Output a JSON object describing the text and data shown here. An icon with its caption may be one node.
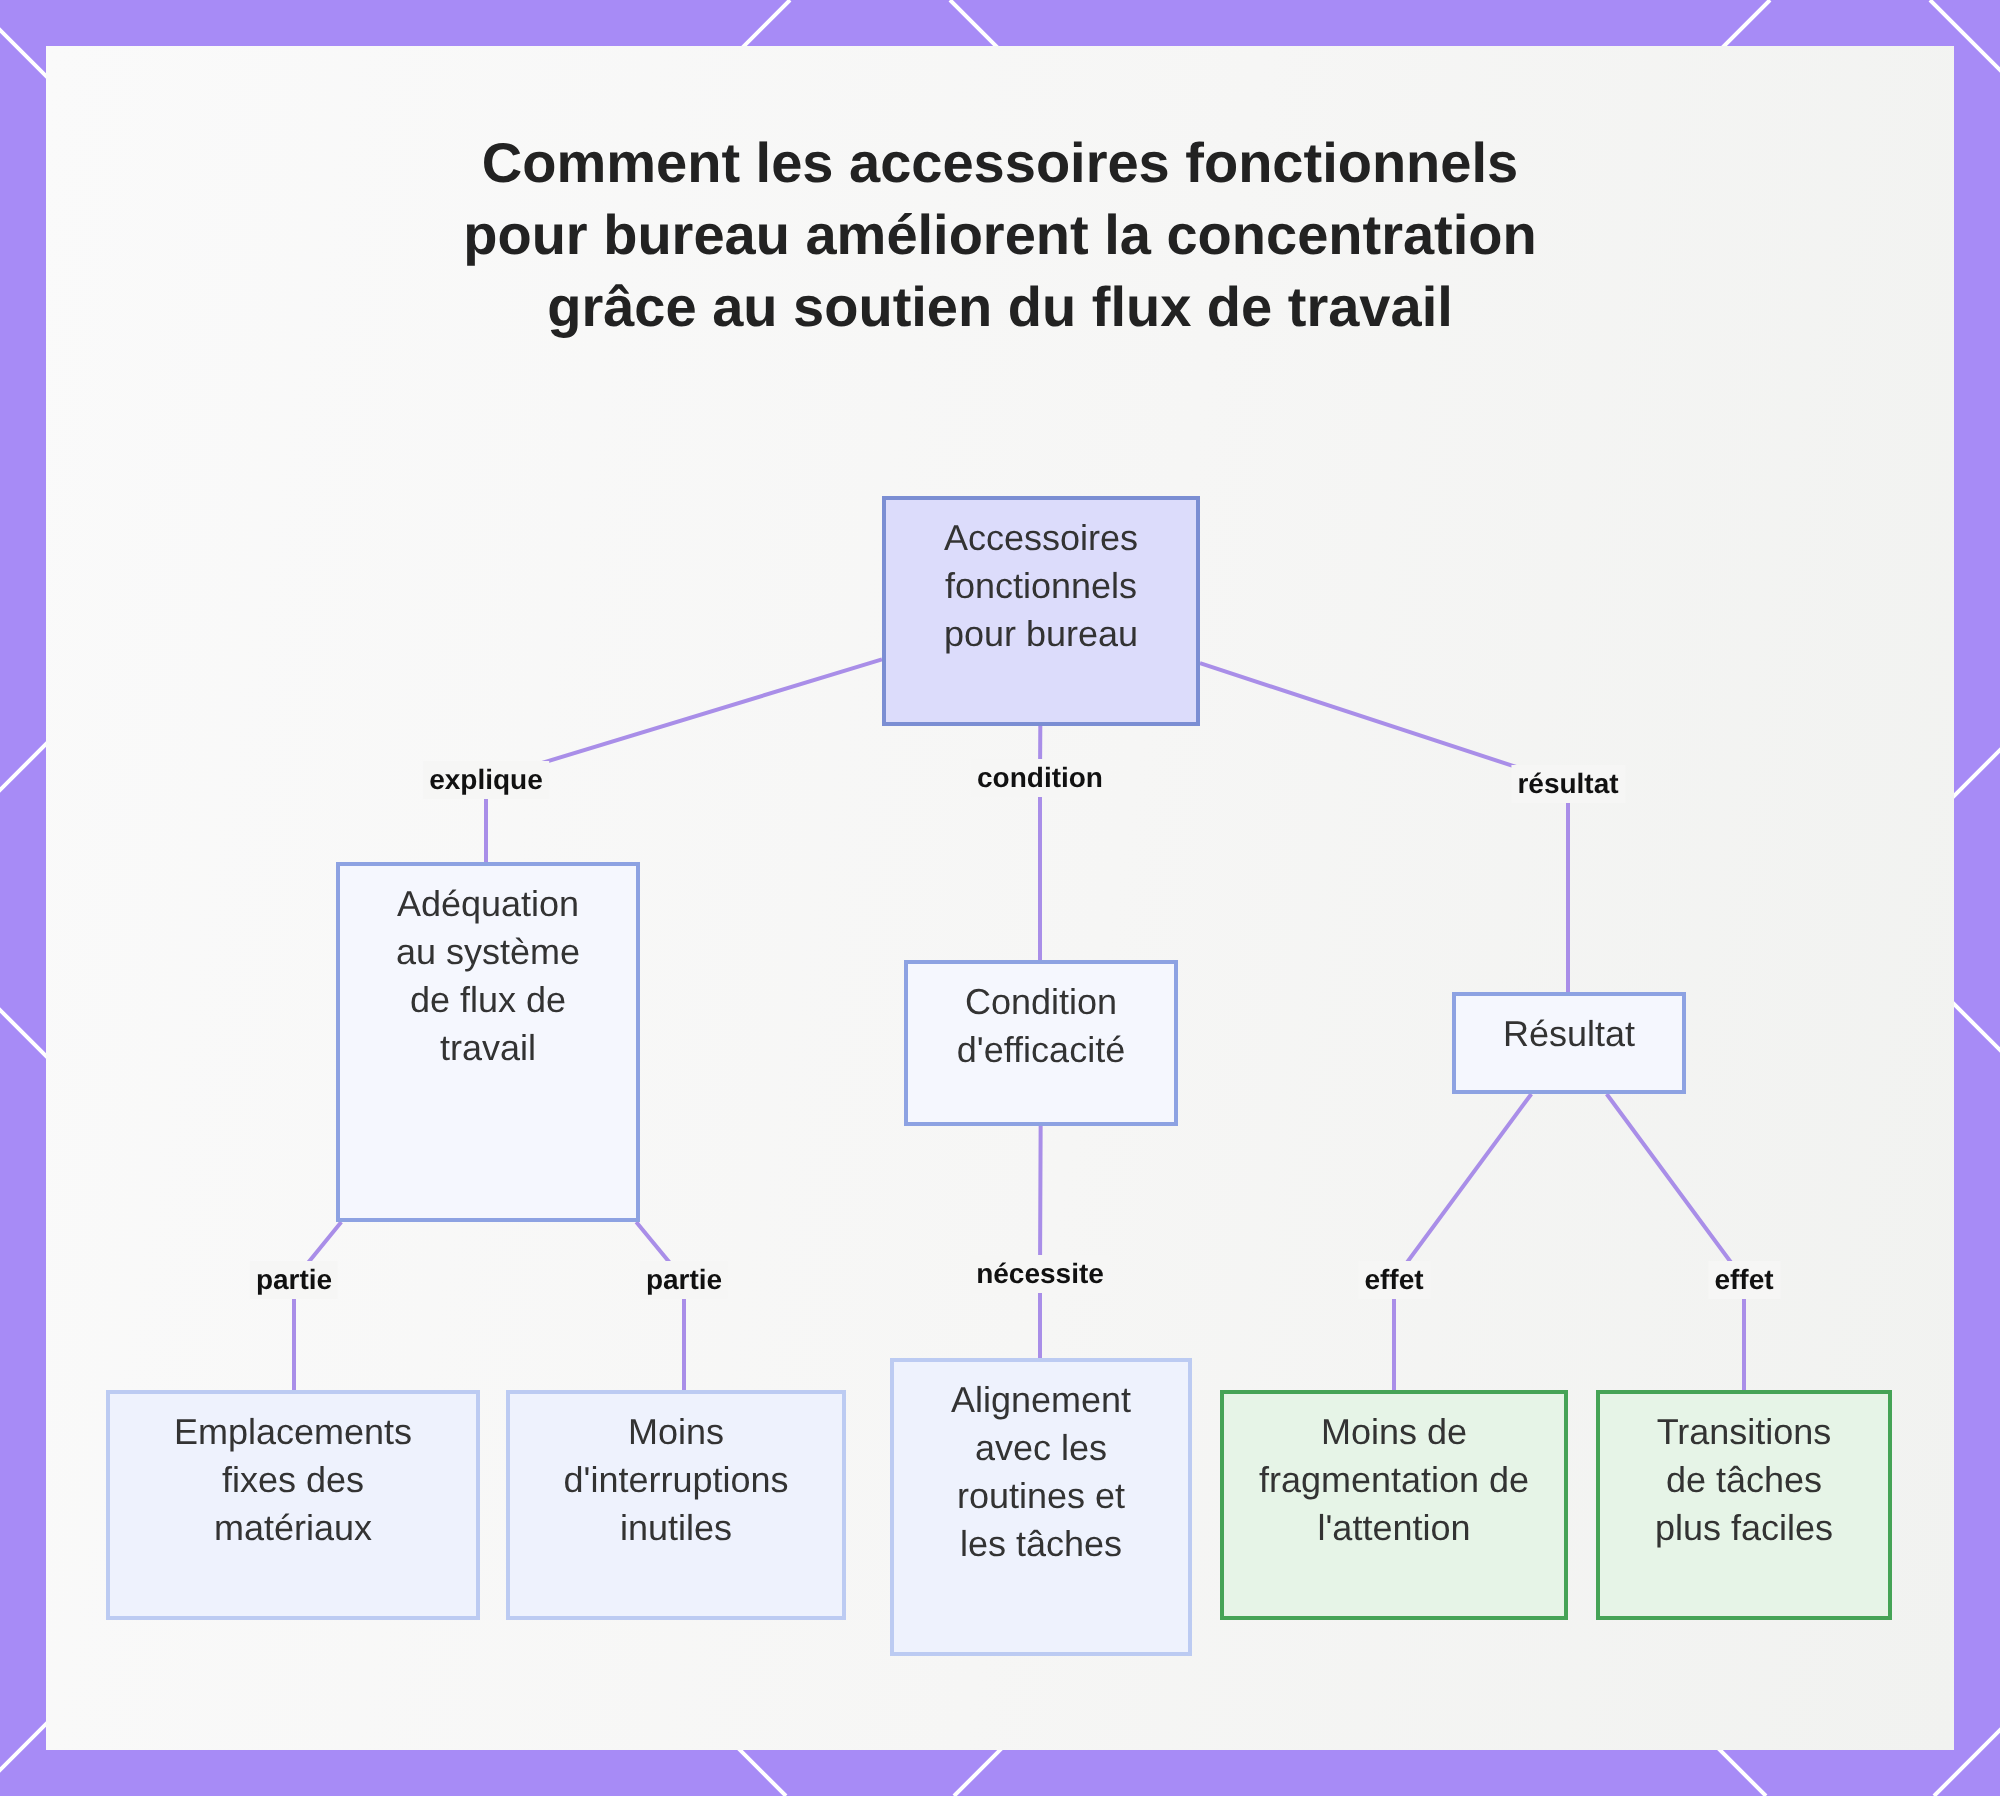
{
  "diagram": {
    "title": "Comment les accessoires fonctionnels pour bureau améliorent la concentration grâce au soutien du flux de travail",
    "nodes": [
      {
        "text": [
          "Accessoires fonctionnels pour bureau"
        ]
      },
      {
        "text": [
          "Adéquation au système de flux de travail"
        ]
      },
      {
        "text": [
          "Condition d'efficacité"
        ]
      },
      {
        "text": [
          "Résultat"
        ]
      },
      {
        "text": [
          "Emplacements fixes des matériaux"
        ]
      },
      {
        "text": [
          "Moins d'interruptions inutiles"
        ]
      },
      {
        "text": [
          "Alignement avec les routines et les tâches"
        ]
      },
      {
        "text": [
          "Moins de fragmentation de l'attention"
        ]
      },
      {
        "text": [
          "Transitions de tâches plus faciles"
        ]
      }
    ],
    "edges": [
      {
        "from": 0,
        "to": 1,
        "arrow": "none",
        "label": "explique"
      },
      {
        "from": 0,
        "to": 2,
        "arrow": "none",
        "label": "condition"
      },
      {
        "from": 0,
        "to": 3,
        "arrow": "none",
        "label": "résultat"
      },
      {
        "from": 1,
        "to": 4,
        "arrow": "none",
        "label": "partie"
      },
      {
        "from": 1,
        "to": 5,
        "arrow": "none",
        "label": "partie"
      },
      {
        "from": 2,
        "to": 6,
        "arrow": "none",
        "label": "nécessite"
      },
      {
        "from": 3,
        "to": 7,
        "arrow": "none",
        "label": "effet"
      },
      {
        "from": 3,
        "to": 8,
        "arrow": "none",
        "label": "effet"
      }
    ]
  }
}
